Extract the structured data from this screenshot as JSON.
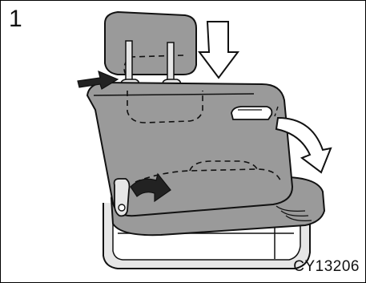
{
  "figure": {
    "step_number": "1",
    "figure_code": "CY13206"
  },
  "colors": {
    "frame": "#000000",
    "seat_gray": "#9a9a9a",
    "seat_light": "#e6e6e6",
    "outline": "#111111",
    "arrow_dark": "#222222",
    "arrow_outline_fill": "#ffffff"
  },
  "icons": {
    "push_arrow": "solid-right-arrow",
    "down_arrow": "outlined-down-arrow",
    "fold_arrow": "outlined-curved-arrow",
    "lever_arrow": "solid-curved-arrow"
  }
}
